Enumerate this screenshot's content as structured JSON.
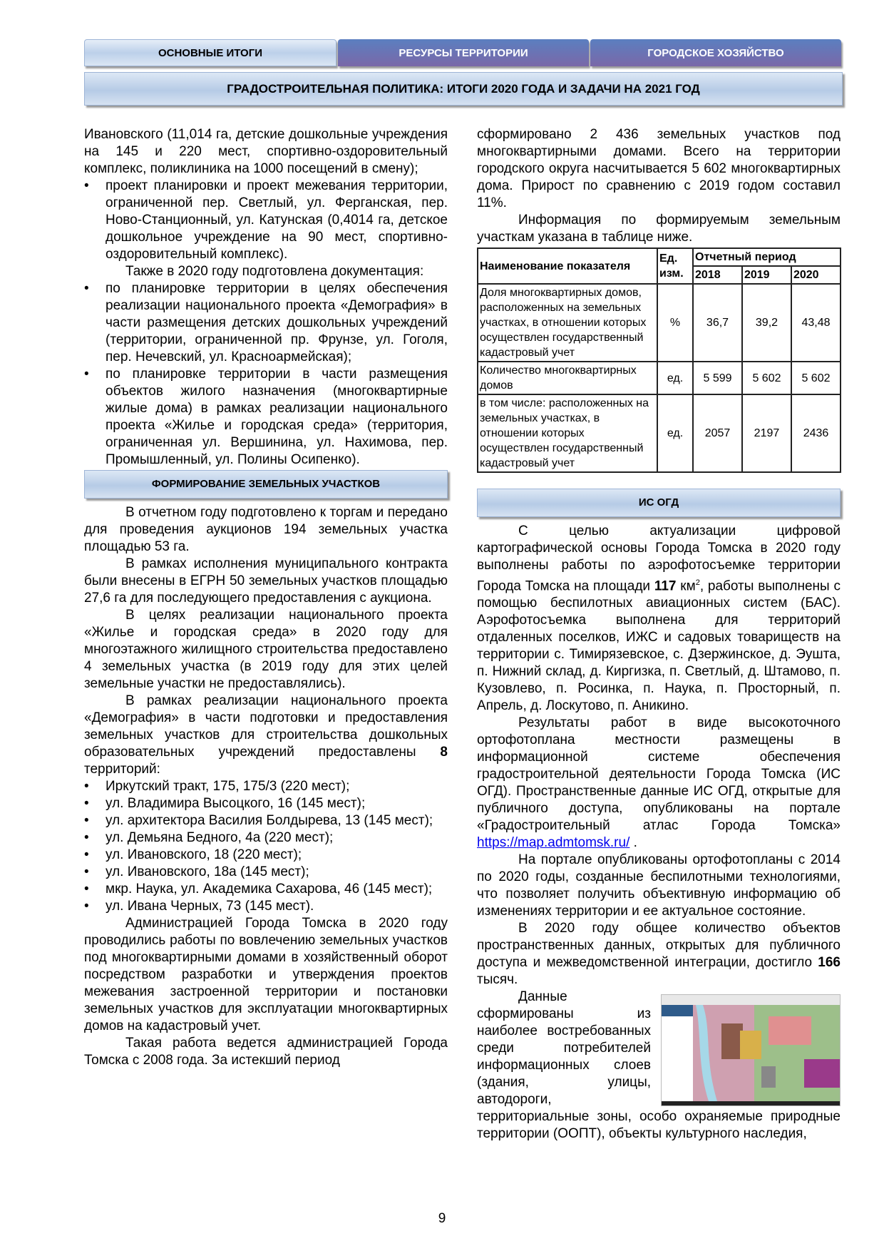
{
  "tabs": [
    {
      "label": "ОСНОВНЫЕ ИТОГИ",
      "active": true
    },
    {
      "label": "РЕСУРСЫ ТЕРРИТОРИИ"
    },
    {
      "label": "ГОРОДСКОЕ ХОЗЯЙСТВО"
    }
  ],
  "banner": "ГРАДОСТРОИТЕЛЬНАЯ ПОЛИТИКА: ИТОГИ 2020 ГОДА И ЗАДАЧИ НА 2021 ГОД",
  "left": {
    "p1": "Ивановского (11,014 га, детские дошкольные учреждения на 145 и 220 мест, спортивно-оздоровительный комплекс, поликлиника на 1000 посещений в смену);",
    "b1": "проект планировки и проект межевания территории, ограниченной пер. Светлый, ул. Ферганская, пер. Ново-Станционный, ул. Катунская (0,4014 га, детское дошкольное учреждение на 90 мест, спортивно-оздоровительный комплекс).",
    "p2": "Также в 2020 году подготовлена документация:",
    "b2": "по планировке территории в целях обеспечения реализации национального проекта «Демография» в части размещения детских дошкольных учреждений (территории, ограниченной пр. Фрунзе, ул. Гоголя, пер. Нечевский, ул. Красноармейская);",
    "b3": "по планировке территории в части размещения объектов жилого назначения (многоквартирные жилые дома) в рамках реализации национального проекта «Жилье и городская среда» (территория, ограниченная ул. Вершинина, ул. Нахимова, пер. Промышленный, ул. Полины Осипенко).",
    "section": "ФОРМИРОВАНИЕ ЗЕМЕЛЬНЫХ УЧАСТКОВ",
    "p3": "В отчетном году подготовлено к торгам и передано для проведения аукционов 194 земельных участка площадью 53 га.",
    "p4": "В рамках исполнения муниципального контракта были внесены в ЕГРН 50 земельных участков площадью 27,6 га для последующего предоставления с аукциона.",
    "p5": "В целях реализации национального проекта «Жилье и городская среда» в 2020 году для многоэтажного жилищного строительства предоставлено 4 земельных участка (в 2019 году для этих целей земельные участки не предоставлялись).",
    "p6a": "В рамках реализации национального проекта «Демография» в части подготовки и предоставления земельных участков для строительства дошкольных образовательных учреждений предоставлены ",
    "p6b": "8",
    "p6c": " территорий:",
    "list": [
      "Иркутский тракт, 175, 175/3 (220 мест);",
      "ул. Владимира Высоцкого, 16 (145 мест);",
      "ул. архитектора Василия Болдырева, 13 (145 мест);",
      "ул. Демьяна Бедного, 4а (220 мест);",
      "ул. Ивановского, 18 (220 мест);",
      "ул. Ивановского, 18а (145 мест);",
      "мкр. Наука, ул. Академика Сахарова, 46 (145 мест);",
      "ул. Ивана Черных, 73 (145 мест)."
    ],
    "p7": "Администрацией Города Томска в 2020 году проводились работы по вовлечению земельных участков под многоквартирными домами в хозяйственный оборот посредством разработки и утверждения проектов межевания застроенной территории и постановки земельных участков для эксплуатации многоквартирных домов на кадастровый учет.",
    "p8": "Такая работа ведется администрацией Города Томска с 2008 года. За истекший период"
  },
  "right": {
    "p1": "сформировано 2 436 земельных участков под многоквартирными домами. Всего на территории городского округа насчитывается 5 602 многоквартирных дома. Прирост по сравнению с 2019 годом составил 11%.",
    "p2": "Информация по формируемым земельным участкам указана в таблице ниже.",
    "table": {
      "h_name": "Наименование показателя",
      "h_unit": "Ед. изм.",
      "h_period": "Отчетный период",
      "years": [
        "2018",
        "2019",
        "2020"
      ],
      "rows": [
        {
          "name": "Доля многоквартирных домов, расположенных на земельных участках, в отношении которых осуществлен государственный кадастровый учет",
          "unit": "%",
          "v": [
            "36,7",
            "39,2",
            "43,48"
          ]
        },
        {
          "name": "Количество многоквартирных домов",
          "unit": "ед.",
          "v": [
            "5 599",
            "5 602",
            "5 602"
          ]
        },
        {
          "name": "в том числе: расположенных на земельных участках, в отношении которых осуществлен государственный кадастровый учет",
          "unit": "ед.",
          "v": [
            "2057",
            "2197",
            "2436"
          ]
        }
      ]
    },
    "section": "ИС ОГД",
    "p3a": "С целью актуализации цифровой картографической основы Города Томска в 2020 году выполнены работы по аэрофотосъемке территории Города Томска на площади ",
    "p3b": "117",
    "p3c": " км",
    "p3sup": "2",
    "p3d": ", работы выполнены с помощью беспилотных авиационных систем (БАС). Аэрофотосъемка выполнена для территорий отдаленных поселков, ИЖС и садовых товариществ на территории с. Тимирязевское, с. Дзержинское, д. Эушта, п. Нижний склад, д. Киргизка, п. Светлый, д. Штамово, п. Кузовлево, п. Росинка, п. Наука, п. Просторный, п. Апрель, д. Лоскутово, п. Аникино.",
    "p4a": "Результаты работ в виде высокоточного ортофотоплана местности размещены в информационной системе обеспечения градостроительной деятельности Города Томска (ИС ОГД). Пространственные данные ИС ОГД, открытые для публичного доступа, опубликованы на портале «Градостроительный атлас Города Томска» ",
    "p4link": "https://map.admtomsk.ru/",
    "p4b": " .",
    "p5": "На портале опубликованы ортофотопланы с 2014 по 2020 годы, созданные беспилотными технологиями, что позволяет получить объективную информацию об изменениях территории и ее актуальное состояние.",
    "p6a": "В 2020 году общее количество объектов пространственных данных, открытых для публичного доступа и межведомственной интеграции, достигло ",
    "p6b": "166",
    "p6c": " тысяч.",
    "p7": "Данные сформированы из наиболее востребованных среди потребителей информационных слоев (здания, улицы, автодороги, территориальные зоны, особо охраняемые природные территории (ООПТ), объекты культурного наследия,"
  },
  "page_number": "9"
}
